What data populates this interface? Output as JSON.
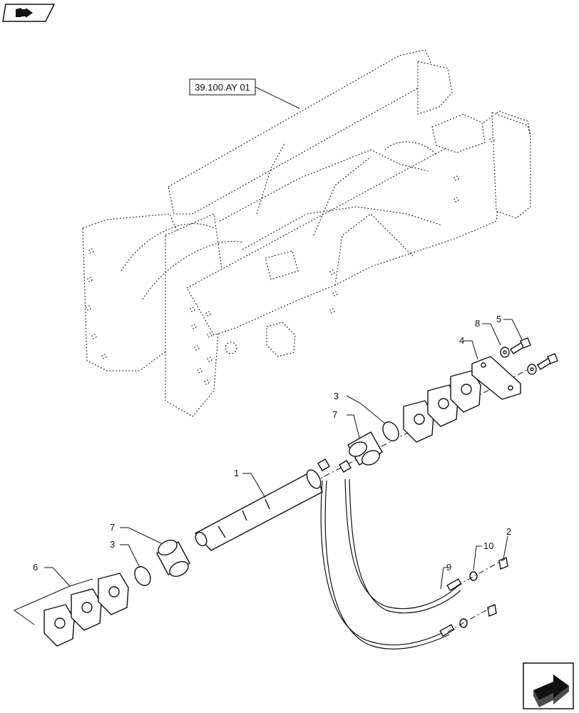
{
  "reference_label": "39.100.AY 01",
  "callouts": {
    "c1": "1",
    "c2": "2",
    "c3a": "3",
    "c3b": "3",
    "c4": "4",
    "c5": "5",
    "c6": "6",
    "c7a": "7",
    "c7b": "7",
    "c8": "8",
    "c9": "9",
    "c10": "10"
  },
  "nav": {
    "top_left_icon": "book-navigation-icon",
    "bottom_right_icon": "next-page-arrow-icon"
  }
}
